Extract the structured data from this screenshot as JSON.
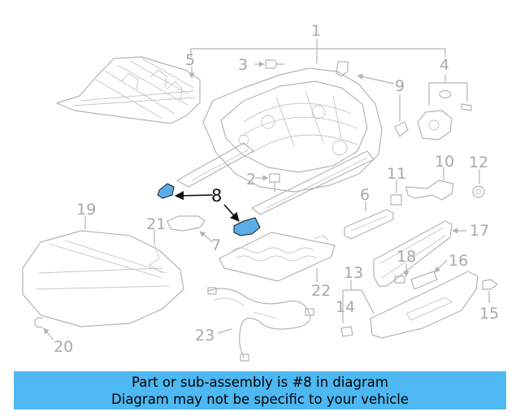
{
  "callouts": {
    "c1": "1",
    "c2": "2",
    "c3": "3",
    "c4": "4",
    "c5": "5",
    "c6": "6",
    "c7": "7",
    "c8": "8",
    "c9": "9",
    "c10": "10",
    "c11": "11",
    "c12": "12",
    "c13": "13",
    "c14": "14",
    "c15": "15",
    "c16": "16",
    "c17": "17",
    "c18": "18",
    "c19": "19",
    "c20": "20",
    "c21": "21",
    "c22": "22",
    "c23": "23"
  },
  "highlight": {
    "part_number": "8",
    "color": "#5aaee8"
  },
  "banner": {
    "line1": "Part or sub-assembly is #8 in diagram",
    "line2": "Diagram may not be specific to your vehicle",
    "color": "#4db8f2"
  }
}
